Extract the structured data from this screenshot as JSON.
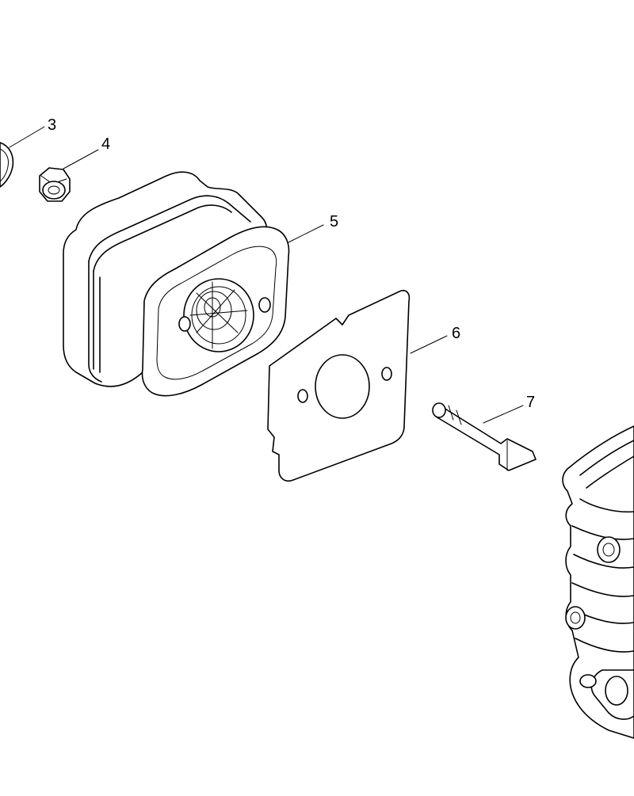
{
  "diagram": {
    "callouts": [
      {
        "id": "3",
        "label": "3",
        "part": "spark-arrestor-screen"
      },
      {
        "id": "4",
        "label": "4",
        "part": "flange-nut"
      },
      {
        "id": "5",
        "label": "5",
        "part": "muffler"
      },
      {
        "id": "6",
        "label": "6",
        "part": "muffler-gasket"
      },
      {
        "id": "7",
        "label": "7",
        "part": "muffler-stud"
      }
    ],
    "line_color": "#000000",
    "background": "#ffffff"
  }
}
